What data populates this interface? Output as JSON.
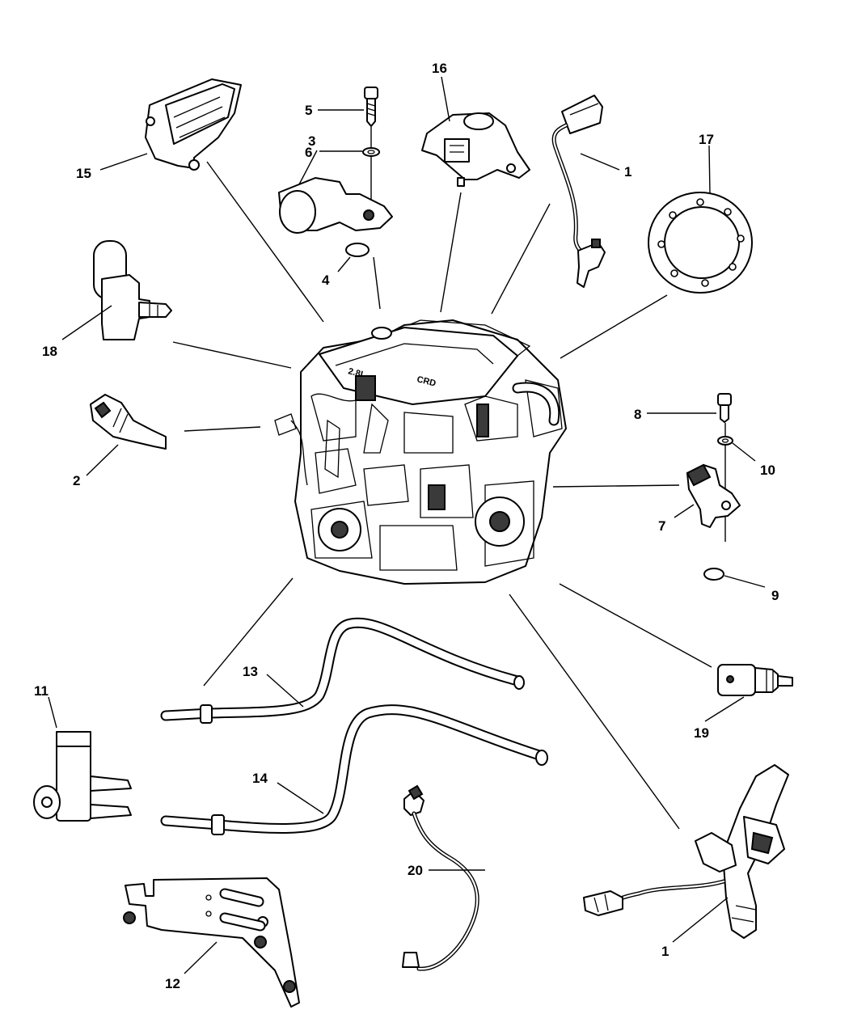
{
  "diagram": {
    "callouts": [
      "1",
      "2",
      "3",
      "4",
      "5",
      "6",
      "7",
      "8",
      "9",
      "10",
      "11",
      "12",
      "13",
      "14",
      "15",
      "16",
      "17",
      "18",
      "19",
      "20"
    ],
    "callout_1_lower": "1",
    "engine_cover_text": [
      "2.8L",
      "CRD"
    ]
  }
}
